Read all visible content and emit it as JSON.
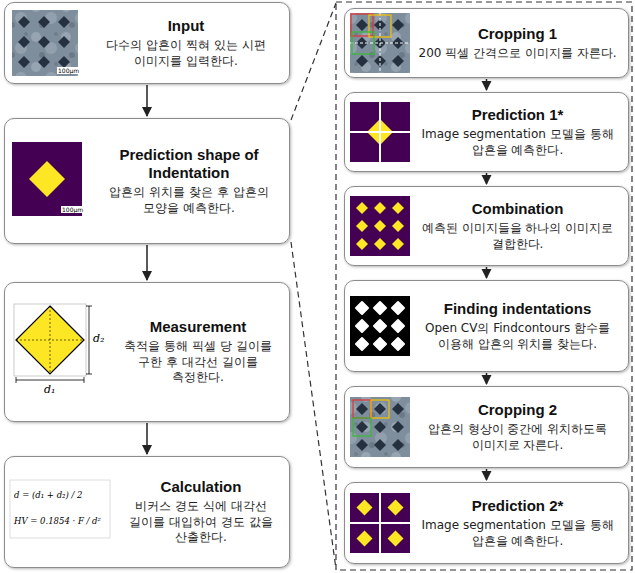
{
  "diagram": {
    "nodes": [
      {
        "text": [
          "Input",
          "다수의 압흔이 찍혀 있는 시편 이미지를 입력한다."
        ]
      },
      {
        "text": [
          "Prediction shape of Indentation",
          "압흔의 위치를 찾은 후 압흔의 모양을 예측한다."
        ]
      },
      {
        "text": [
          "Measurement",
          "축적을 통해 픽셀 당 길이를 구한 후 대각선 길이를 측정한다."
        ]
      },
      {
        "text": [
          "Calculation",
          "비커스 경도 식에 대각선 길이를 대입하여 경도 값을 산출한다."
        ]
      },
      {
        "text": [
          "Cropping 1",
          "200 픽셀 간격으로 이미지를 자른다."
        ]
      },
      {
        "text": [
          "Prediction 1*",
          "Image segmentation 모델을 통해 압흔을 예측한다."
        ]
      },
      {
        "text": [
          "Combination",
          "예측된 이미지들을 하나의 이미지로 결합한다."
        ]
      },
      {
        "text": [
          "Finding indentations",
          "Open CV의 Findcontours 함수를 이용해 압흔의 위치를 찾는다."
        ]
      },
      {
        "text": [
          "Cropping 2",
          "압흔의 형상이 중간에 위치하도록 이미지로 자른다."
        ]
      },
      {
        "text": [
          "Prediction 2*",
          "Image segmentation 모델을 통해 압흔을 예측한다."
        ]
      }
    ],
    "edges": [
      {
        "from": 0,
        "to": 1,
        "arrow": "to"
      },
      {
        "from": 1,
        "to": 2,
        "arrow": "to"
      },
      {
        "from": 2,
        "to": 3,
        "arrow": "to"
      },
      {
        "from": 4,
        "to": 5,
        "arrow": "to"
      },
      {
        "from": 5,
        "to": 6,
        "arrow": "to"
      },
      {
        "from": 6,
        "to": 7,
        "arrow": "to"
      },
      {
        "from": 7,
        "to": 8,
        "arrow": "to"
      },
      {
        "from": 8,
        "to": 9,
        "arrow": "to"
      }
    ],
    "labels": [
      "100μm",
      "100μm",
      "d₁",
      "d₂",
      "d = (d₁ + d₂) / 2",
      "HV = 0.1854 · F / d²"
    ]
  }
}
